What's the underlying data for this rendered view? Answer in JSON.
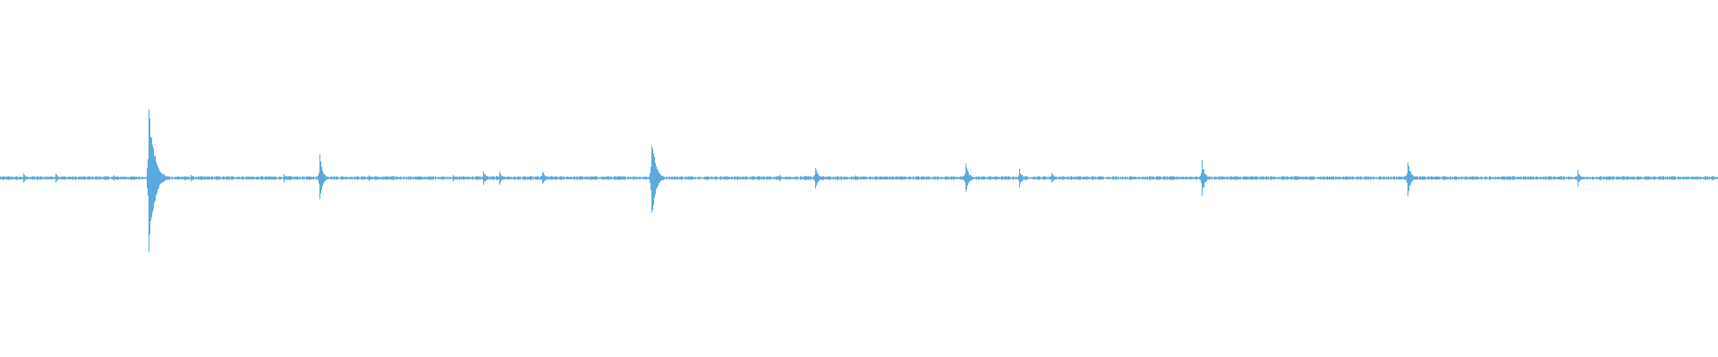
{
  "waveform": {
    "color": "#5aaae0",
    "background": "#ffffff",
    "baseline_amplitude": 0.01,
    "peaks": [
      {
        "t": 0.0135,
        "amp": 0.03
      },
      {
        "t": 0.0325,
        "amp": 0.03
      },
      {
        "t": 0.066,
        "amp": 0.02
      },
      {
        "t": 0.0865,
        "amp": 0.46
      },
      {
        "t": 0.111,
        "amp": 0.02
      },
      {
        "t": 0.165,
        "amp": 0.03
      },
      {
        "t": 0.186,
        "amp": 0.14
      },
      {
        "t": 0.2145,
        "amp": 0.02
      },
      {
        "t": 0.2635,
        "amp": 0.02
      },
      {
        "t": 0.2815,
        "amp": 0.05
      },
      {
        "t": 0.2905,
        "amp": 0.04
      },
      {
        "t": 0.3155,
        "amp": 0.05
      },
      {
        "t": 0.379,
        "amp": 0.26
      },
      {
        "t": 0.4535,
        "amp": 0.02
      },
      {
        "t": 0.4745,
        "amp": 0.08
      },
      {
        "t": 0.498,
        "amp": 0.02
      },
      {
        "t": 0.562,
        "amp": 0.11
      },
      {
        "t": 0.593,
        "amp": 0.06
      },
      {
        "t": 0.612,
        "amp": 0.04
      },
      {
        "t": 0.6995,
        "amp": 0.11
      },
      {
        "t": 0.8195,
        "amp": 0.12
      },
      {
        "t": 0.918,
        "amp": 0.05
      }
    ]
  }
}
